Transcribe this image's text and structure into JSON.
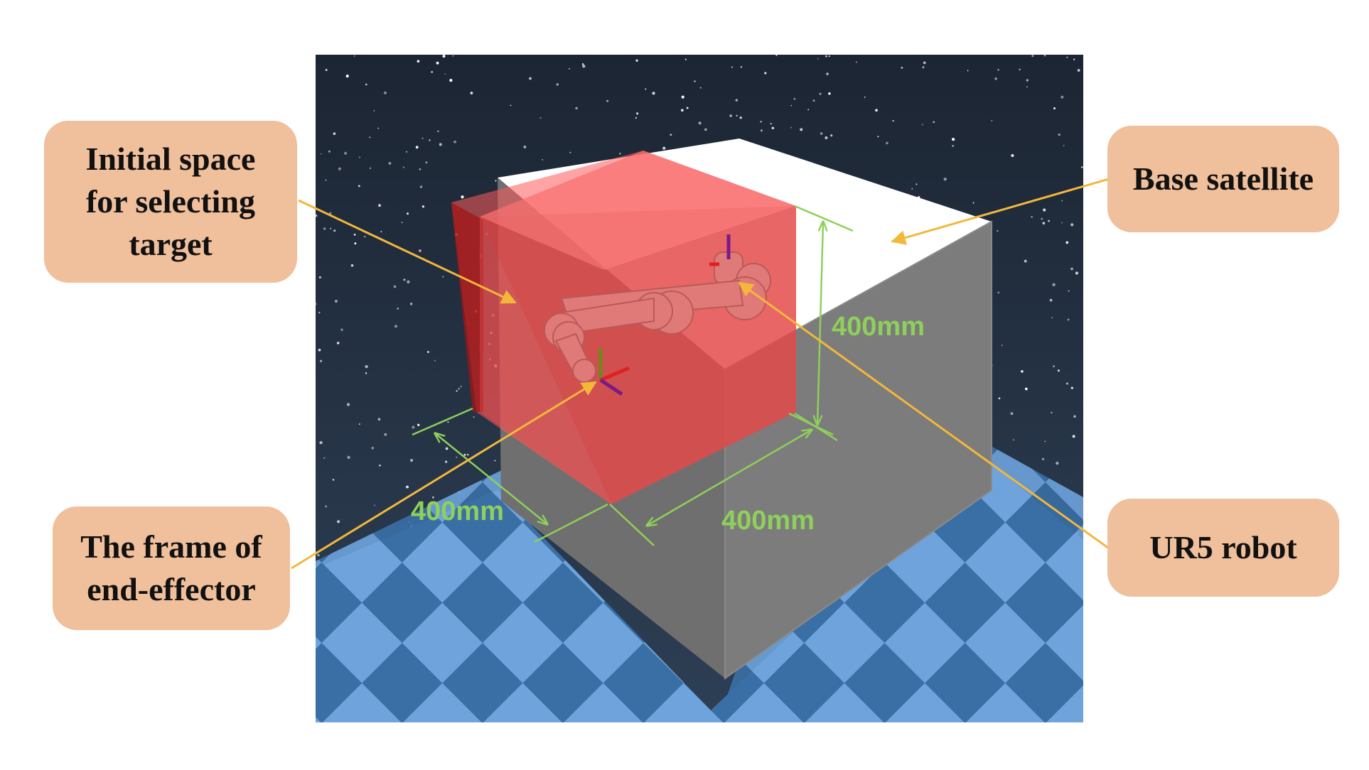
{
  "callouts": {
    "initial_space": {
      "lines": [
        "Initial space",
        "for selecting",
        "target"
      ]
    },
    "end_effector": {
      "lines": [
        "The frame of",
        "end-effector"
      ]
    },
    "base_satellite": {
      "lines": [
        "Base satellite"
      ]
    },
    "ur5_robot": {
      "lines": [
        "UR5 robot"
      ]
    }
  },
  "dimensions": {
    "height": "400mm",
    "width": "400mm",
    "depth": "400mm"
  },
  "colors": {
    "callout_fill": "#f0bf9b",
    "arrow": "#f3b83a",
    "dimension": "#8ed05a",
    "target_space": "#ff5a5a",
    "satellite_top": "#ffffff",
    "satellite_side": "#777777",
    "floor_light": "#6ea3dc",
    "floor_dark": "#3a6fa6",
    "sky": "#1f2d3d",
    "robot": "#e07a78"
  }
}
